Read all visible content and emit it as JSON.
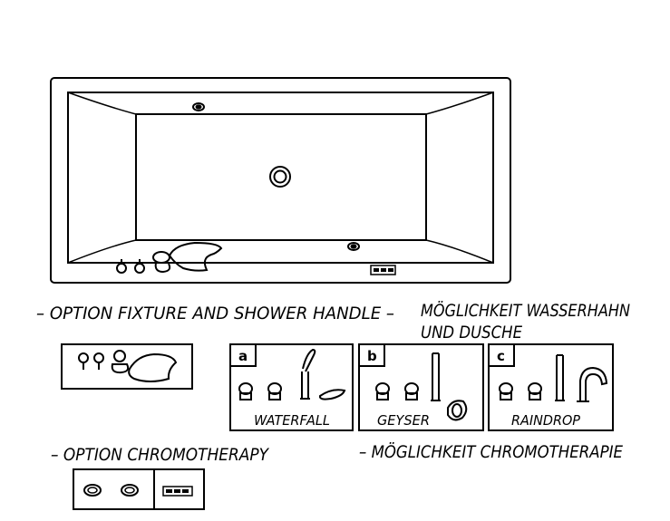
{
  "labels": {
    "option_fixture_en": "– OPTION FIXTURE AND SHOWER HANDLE –",
    "option_fixture_de_line1": "MÖGLICHKEIT WASSERHAHN",
    "option_fixture_de_line2": "UND DUSCHE",
    "option_chromo_en": "– OPTION CHROMOTHERAPY",
    "option_chromo_de": "– MÖGLICHKEIT CHROMOTHERAPIE"
  },
  "variants": [
    {
      "letter": "a",
      "name": "WATERFALL"
    },
    {
      "letter": "b",
      "name": "GEYSER"
    },
    {
      "letter": "c",
      "name": "RAINDROP"
    }
  ]
}
